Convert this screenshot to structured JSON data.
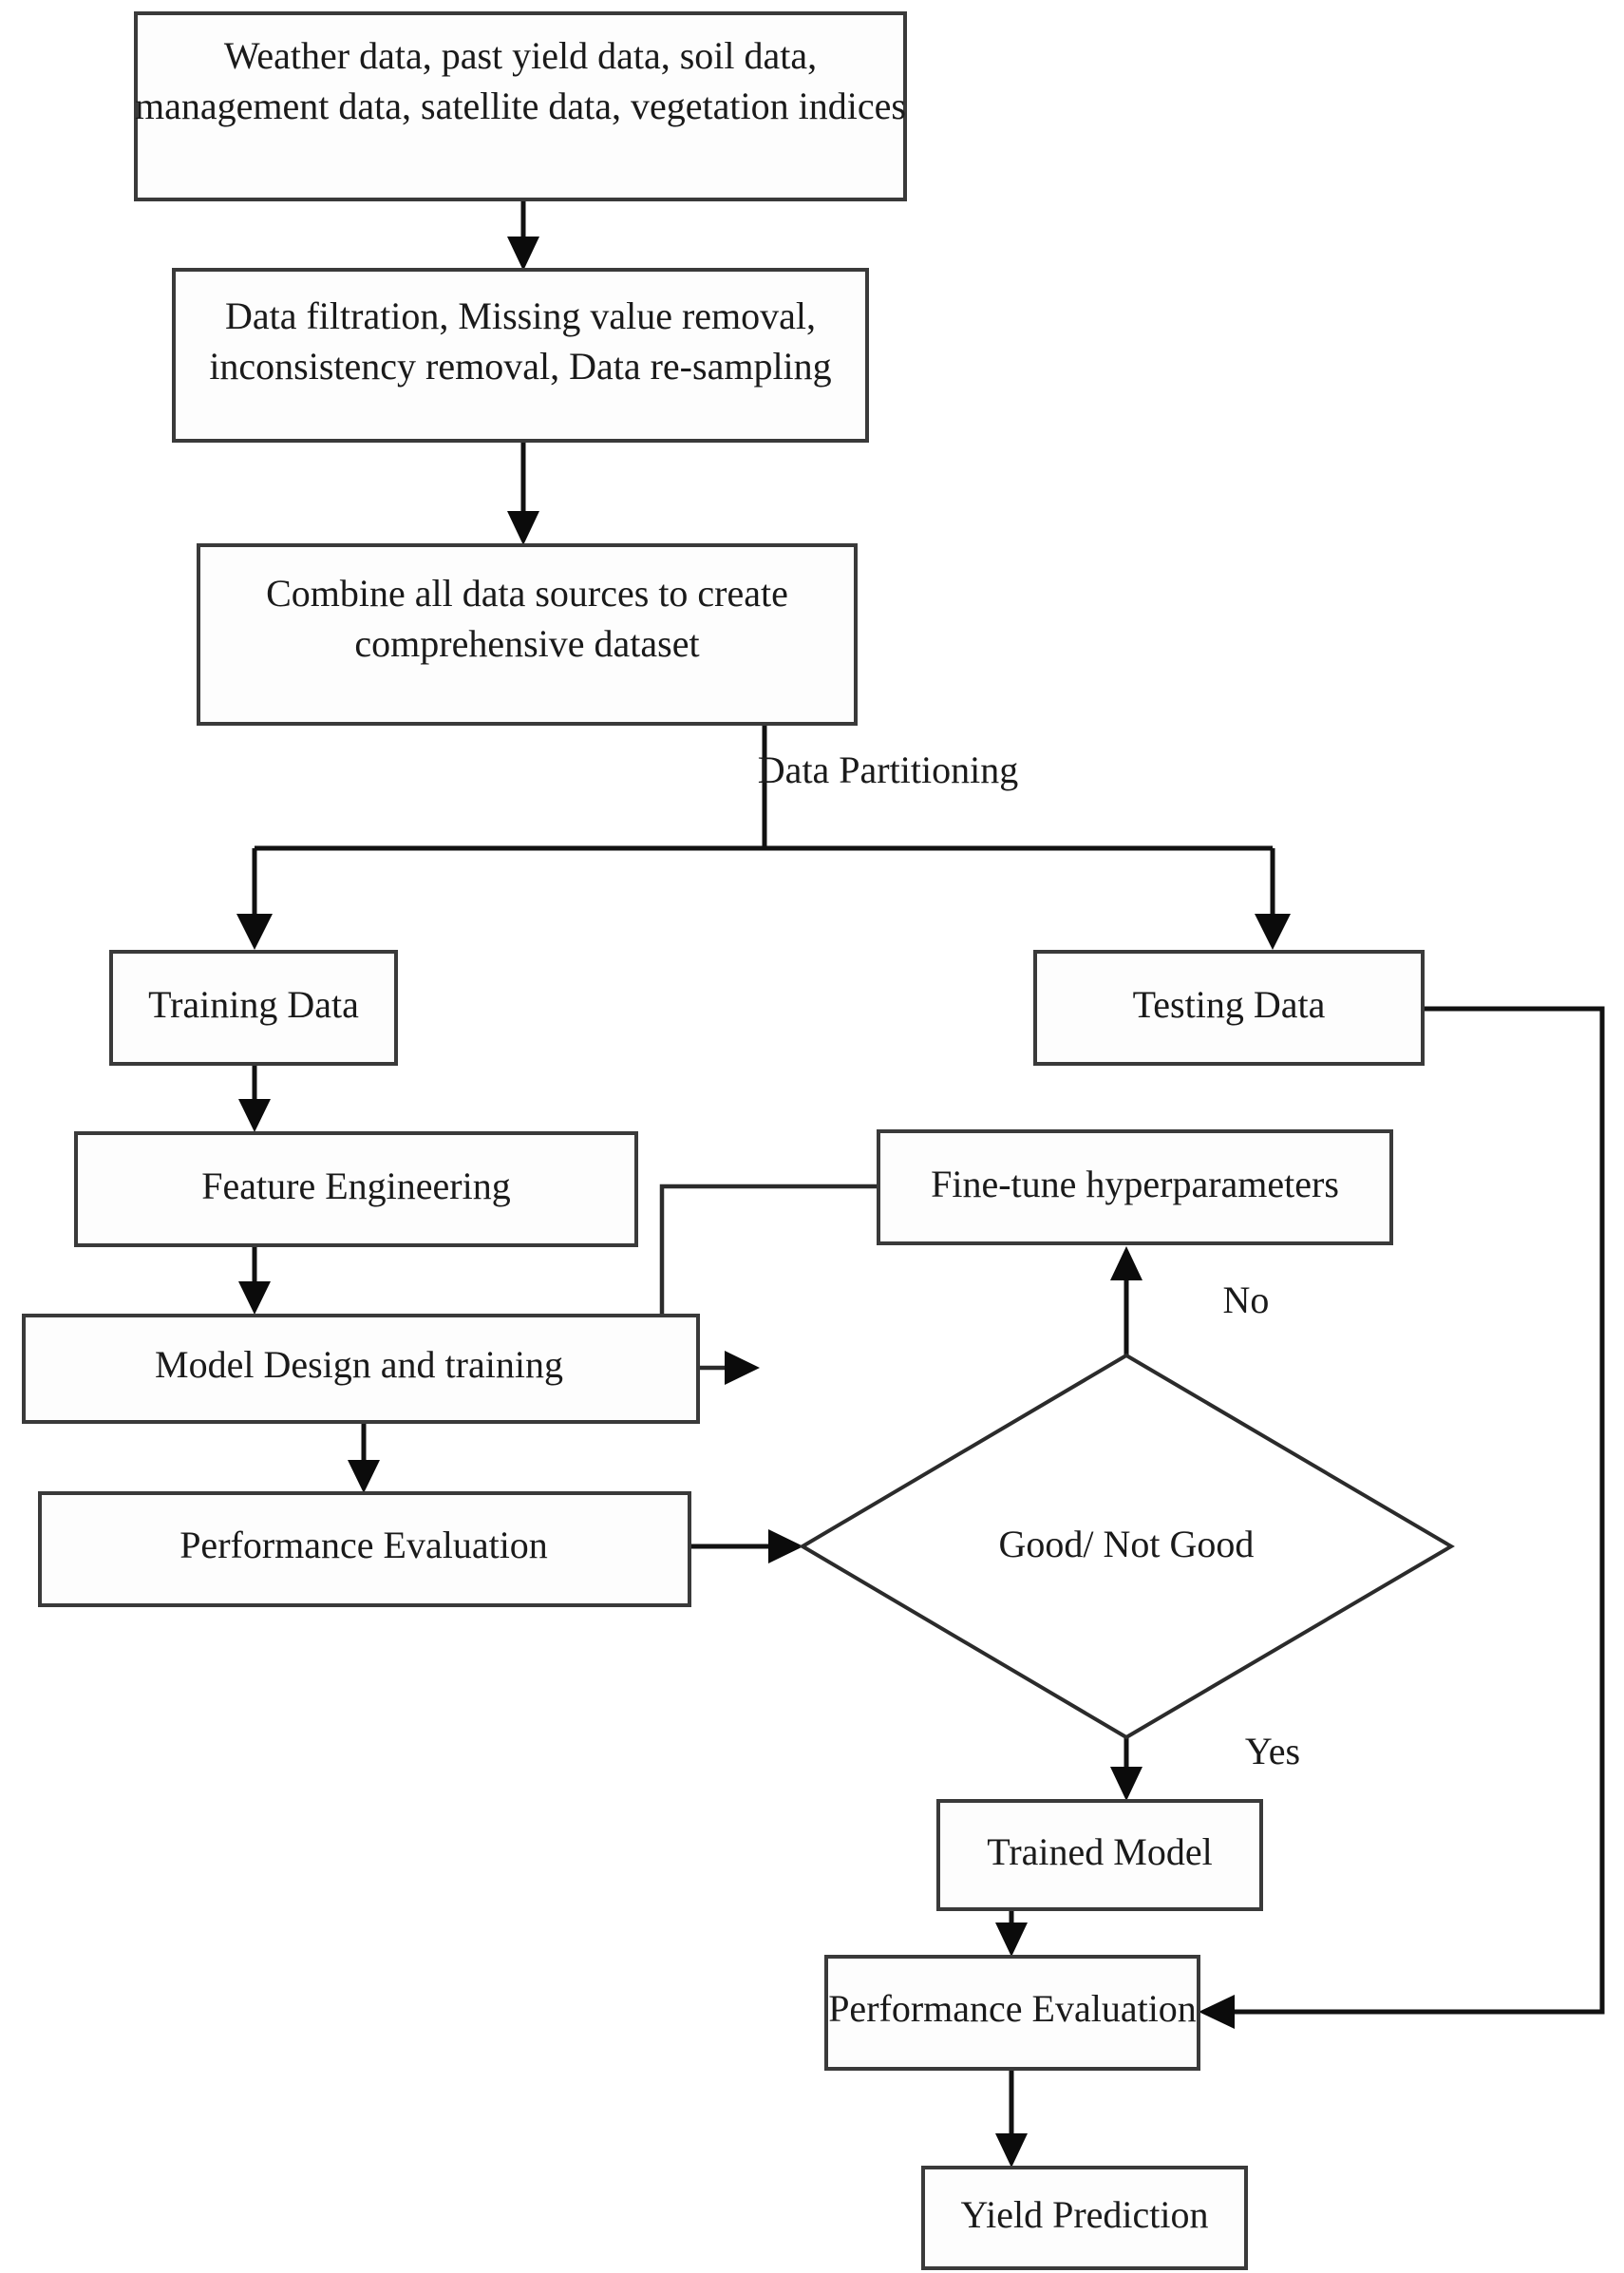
{
  "diagram": {
    "title": "Crop yield prediction machine learning workflow",
    "type": "flowchart",
    "background_color": "#ffffff",
    "line_color": "#111111",
    "box_border_color": "#3a3a3a",
    "text_color": "#1a1a1a"
  },
  "nodes": {
    "data_sources": {
      "shape": "rectangle",
      "line1": "Weather data, past yield data, soil data,",
      "line2": "management data, satellite data, vegetation indices"
    },
    "preprocessing": {
      "shape": "rectangle",
      "line1": "Data filtration, Missing value removal,",
      "line2": "inconsistency removal, Data re-sampling"
    },
    "combine": {
      "shape": "rectangle",
      "line1": "Combine all data sources to create",
      "line2": "comprehensive dataset"
    },
    "training_data": {
      "shape": "rectangle",
      "label": "Training Data"
    },
    "testing_data": {
      "shape": "rectangle",
      "label": "Testing Data"
    },
    "feature_engineering": {
      "shape": "rectangle",
      "label": "Feature Engineering"
    },
    "fine_tune": {
      "shape": "rectangle",
      "label": "Fine-tune hyperparameters"
    },
    "model_design": {
      "shape": "rectangle",
      "label": "Model Design and training"
    },
    "performance_evaluation_1": {
      "shape": "rectangle",
      "label": "Performance   Evaluation"
    },
    "decision": {
      "shape": "diamond",
      "label": "Good/ Not Good"
    },
    "trained_model": {
      "shape": "rectangle",
      "label": "Trained Model"
    },
    "performance_evaluation_2": {
      "shape": "rectangle",
      "label": "Performance Evaluation"
    },
    "yield_prediction": {
      "shape": "rectangle",
      "label": "Yield Prediction"
    }
  },
  "edge_labels": {
    "data_partitioning": "Data Partitioning",
    "no": "No",
    "yes": "Yes"
  },
  "edges": [
    {
      "from": "data_sources",
      "to": "preprocessing",
      "label": ""
    },
    {
      "from": "preprocessing",
      "to": "combine",
      "label": ""
    },
    {
      "from": "combine",
      "to": "training_data",
      "label": "Data Partitioning"
    },
    {
      "from": "combine",
      "to": "testing_data",
      "label": "Data Partitioning"
    },
    {
      "from": "training_data",
      "to": "feature_engineering",
      "label": ""
    },
    {
      "from": "feature_engineering",
      "to": "model_design",
      "label": ""
    },
    {
      "from": "model_design",
      "to": "performance_evaluation_1",
      "label": ""
    },
    {
      "from": "performance_evaluation_1",
      "to": "decision",
      "label": ""
    },
    {
      "from": "decision",
      "to": "fine_tune",
      "label": "No"
    },
    {
      "from": "fine_tune",
      "to": "model_design",
      "label": ""
    },
    {
      "from": "decision",
      "to": "trained_model",
      "label": "Yes"
    },
    {
      "from": "trained_model",
      "to": "performance_evaluation_2",
      "label": ""
    },
    {
      "from": "testing_data",
      "to": "performance_evaluation_2",
      "label": ""
    },
    {
      "from": "performance_evaluation_2",
      "to": "yield_prediction",
      "label": ""
    }
  ]
}
